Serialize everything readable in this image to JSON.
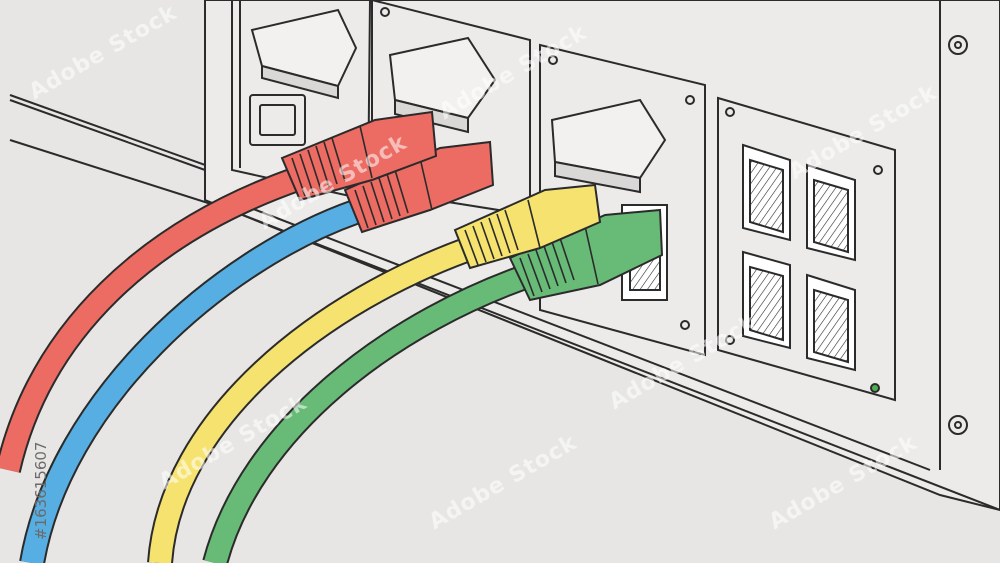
{
  "image": {
    "alt": "Line illustration of red, blue, yellow and green network cables plugged into the back panel of a computer",
    "palette": {
      "background": "#e7e6e4",
      "panel": "#ecebe9",
      "outline": "#2b2b2b",
      "red": "#ec6b63",
      "blue": "#56aee2",
      "yellow": "#f6e36f",
      "green": "#67bb77",
      "led": "#4caf50"
    },
    "cables": [
      "red",
      "blue",
      "yellow",
      "green"
    ],
    "ports": [
      "rj45-port",
      "rj45-port",
      "rj45-port",
      "rj45-port"
    ]
  },
  "stock_id": "#163615607",
  "watermark": "Adobe Stock"
}
